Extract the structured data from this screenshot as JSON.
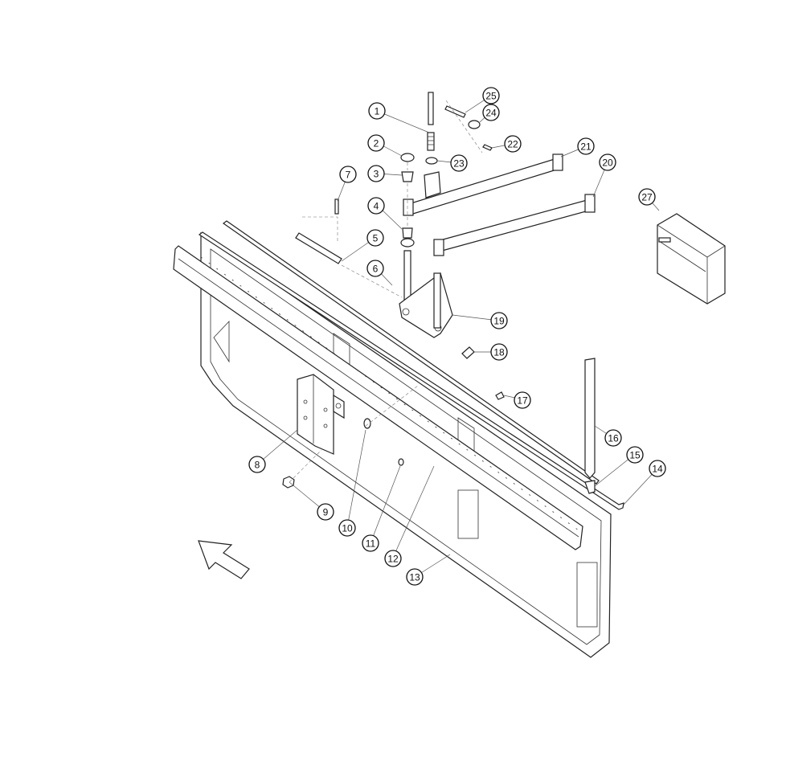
{
  "diagram": {
    "callouts": [
      {
        "label": "1"
      },
      {
        "label": "2"
      },
      {
        "label": "3"
      },
      {
        "label": "4"
      },
      {
        "label": "5"
      },
      {
        "label": "6"
      },
      {
        "label": "7"
      },
      {
        "label": "8"
      },
      {
        "label": "9"
      },
      {
        "label": "10"
      },
      {
        "label": "11"
      },
      {
        "label": "12"
      },
      {
        "label": "13"
      },
      {
        "label": "14"
      },
      {
        "label": "15"
      },
      {
        "label": "16"
      },
      {
        "label": "17"
      },
      {
        "label": "18"
      },
      {
        "label": "19"
      },
      {
        "label": "20"
      },
      {
        "label": "21"
      },
      {
        "label": "22"
      },
      {
        "label": "23"
      },
      {
        "label": "24"
      },
      {
        "label": "25"
      },
      {
        "label": "27"
      }
    ]
  }
}
